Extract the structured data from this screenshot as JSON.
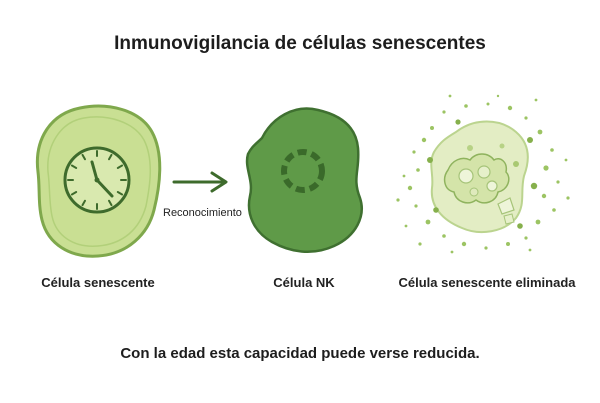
{
  "diagram": {
    "title": "Inmunovigilancia de células senescentes",
    "arrow_label": "Reconocimiento",
    "cells": [
      {
        "label": "Célula senescente"
      },
      {
        "label": "Célula NK"
      },
      {
        "label": "Célula senescente eliminada"
      }
    ],
    "footnote": "Con la edad esta capacidad puede verse reducida.",
    "colors": {
      "senescent_fill": "#c9df93",
      "senescent_edge": "#7fa84c",
      "nk_fill": "#5f9a48",
      "nk_edge": "#3f7030",
      "clock": "#3e6b2c",
      "debris": "#9cc463"
    },
    "icons": {
      "senescent_cell": "clock-icon",
      "nk_cell": "dashed-ring-icon",
      "eliminated_cell": "debris-icon"
    }
  }
}
